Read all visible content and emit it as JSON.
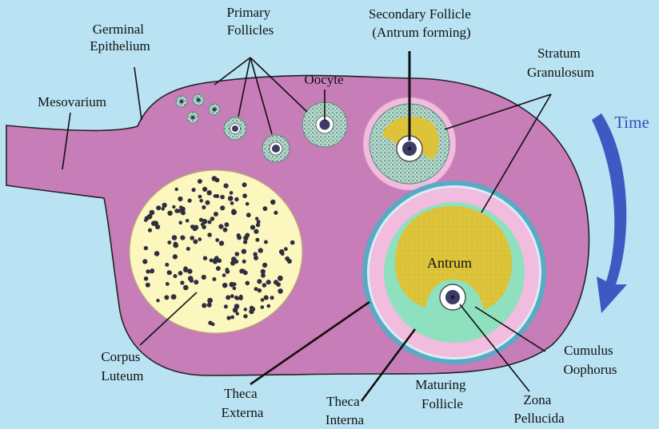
{
  "colors": {
    "background": "#b9e3f3",
    "ovary_fill": "#c77db8",
    "ovary_stroke": "#222222",
    "corpus_luteum_fill": "#fbf7bf",
    "antrum_fill": "#dcc33a",
    "granulosa_fill": "#8fe0be",
    "theca_interna_fill": "#f1bcdd",
    "theca_externa_stroke": "#5aa9c5",
    "oocyte_fill": "#3c3c66",
    "time_arrow": "#3f59c2"
  },
  "labels": {
    "germinal_epithelium": [
      "Germinal",
      "Epithelium"
    ],
    "primary_follicles": [
      "Primary",
      "Follicles"
    ],
    "oocyte": "Oocyte",
    "secondary_follicle": [
      "Secondary Follicle",
      "(Antrum forming)"
    ],
    "stratum_granulosum": [
      "Stratum",
      "Granulosum"
    ],
    "mesovarium": "Mesovarium",
    "time": "Time",
    "antrum": "Antrum",
    "corpus_luteum": [
      "Corpus",
      "Luteum"
    ],
    "theca_externa": [
      "Theca",
      "Externa"
    ],
    "theca_interna": [
      "Theca",
      "Interna"
    ],
    "maturing_follicle": [
      "Maturing",
      "Follicle"
    ],
    "zona_pellucida": [
      "Zona",
      "Pellucida"
    ],
    "cumulus_oophorus": [
      "Cumulus",
      "Oophorus"
    ]
  }
}
